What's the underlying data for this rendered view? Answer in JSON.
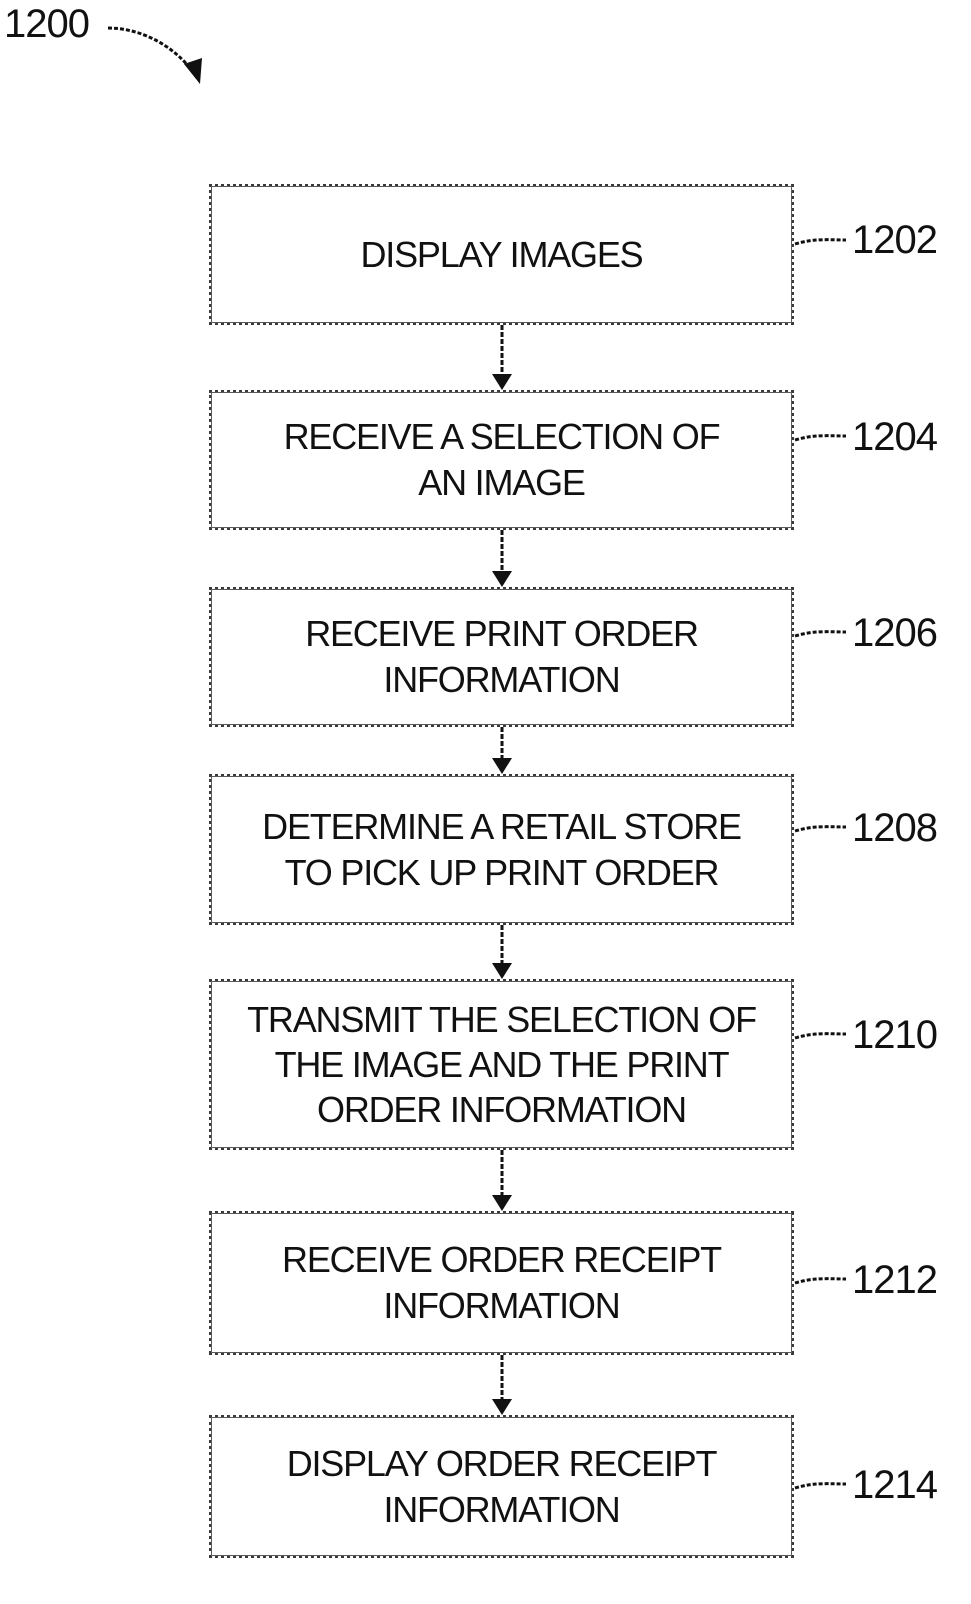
{
  "figure": {
    "reference": "1200"
  },
  "steps": [
    {
      "id": "1202",
      "label": "DISPLAY IMAGES"
    },
    {
      "id": "1204",
      "label": "RECEIVE A SELECTION OF\nAN IMAGE"
    },
    {
      "id": "1206",
      "label": "RECEIVE PRINT ORDER\nINFORMATION"
    },
    {
      "id": "1208",
      "label": "DETERMINE A RETAIL STORE\nTO PICK UP PRINT ORDER"
    },
    {
      "id": "1210",
      "label": "TRANSMIT THE SELECTION OF\nTHE IMAGE AND THE PRINT\nORDER INFORMATION"
    },
    {
      "id": "1212",
      "label": "RECEIVE ORDER RECEIPT\nINFORMATION"
    },
    {
      "id": "1214",
      "label": "DISPLAY ORDER RECEIPT\nINFORMATION"
    }
  ]
}
